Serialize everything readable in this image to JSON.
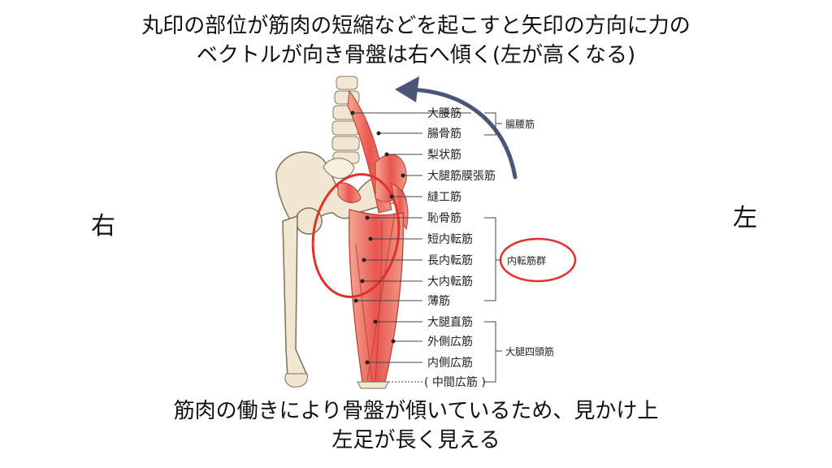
{
  "captions": {
    "top_line1": "丸印の部位が筋肉の短縮などを起こすと矢印の方向に力の",
    "top_line2": "ベクトルが向き骨盤は右へ傾く(左が高くなる)",
    "bottom_line1": "筋肉の働きにより骨盤が傾いているため、見かけ上",
    "bottom_line2": "左足が長く見える"
  },
  "sides": {
    "right": "右",
    "left": "左"
  },
  "muscles": [
    "大腰筋",
    "腸骨筋",
    "梨状筋",
    "大腿筋膜張筋",
    "縫工筋",
    "恥骨筋",
    "短内転筋",
    "長内転筋",
    "大内転筋",
    "薄筋",
    "大腿直筋",
    "外側広筋",
    "内側広筋",
    "( 中間広筋 )"
  ],
  "groups": {
    "iliopsoas": "腸腰筋",
    "adductors": "内転筋群",
    "quadriceps": "大腿四頭筋"
  },
  "colors": {
    "muscle": "#e8564f",
    "bone": "#f1e6d2",
    "arrow": "#4a5578",
    "circle": "#e0322c"
  }
}
